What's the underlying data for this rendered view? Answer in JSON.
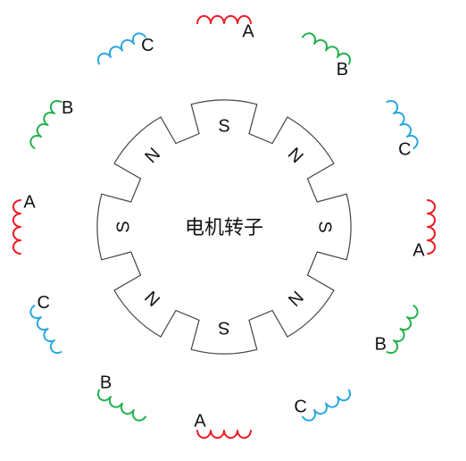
{
  "diagram": {
    "center_label": "电机转子",
    "phase_colors": {
      "A": "#ee1b24",
      "B": "#22b24c",
      "C": "#2aa7e0"
    },
    "poles": [
      {
        "id": "pole-top",
        "letter": "S"
      },
      {
        "id": "pole-top-right",
        "letter": "N"
      },
      {
        "id": "pole-right",
        "letter": "S"
      },
      {
        "id": "pole-bottom-right",
        "letter": "N"
      },
      {
        "id": "pole-bottom",
        "letter": "S"
      },
      {
        "id": "pole-bottom-left",
        "letter": "N"
      },
      {
        "id": "pole-left",
        "letter": "S"
      },
      {
        "id": "pole-top-left",
        "letter": "N"
      }
    ],
    "coils": [
      {
        "id": "coil-top-a",
        "phase": "A"
      },
      {
        "id": "coil-top-right-b",
        "phase": "B"
      },
      {
        "id": "coil-right-upper-c",
        "phase": "C"
      },
      {
        "id": "coil-right-a",
        "phase": "A"
      },
      {
        "id": "coil-right-lower-b",
        "phase": "B"
      },
      {
        "id": "coil-bottom-right-c",
        "phase": "C"
      },
      {
        "id": "coil-bottom-a",
        "phase": "A"
      },
      {
        "id": "coil-bottom-left-b",
        "phase": "B"
      },
      {
        "id": "coil-left-lower-c",
        "phase": "C"
      },
      {
        "id": "coil-left-a",
        "phase": "A"
      },
      {
        "id": "coil-left-upper-b",
        "phase": "B"
      },
      {
        "id": "coil-top-left-c",
        "phase": "C"
      }
    ]
  }
}
